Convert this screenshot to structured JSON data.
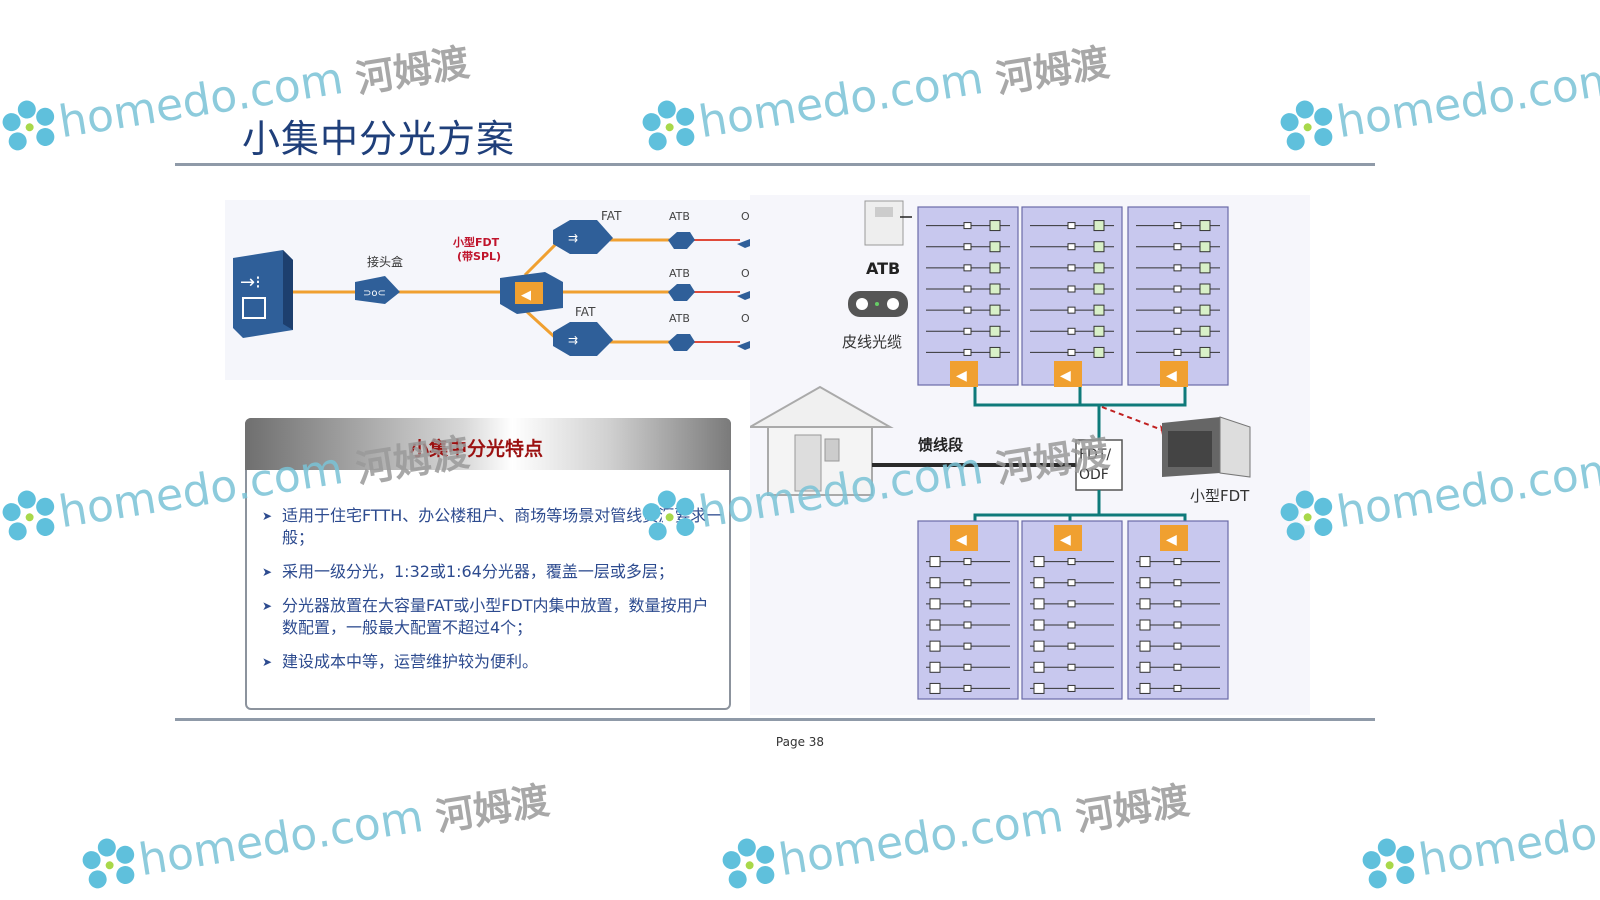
{
  "slide": {
    "title": "小集中分光方案",
    "page_label": "Page 38"
  },
  "topology": {
    "junction_box_label": "接头盒",
    "fdt_label_line1": "小型FDT",
    "fdt_label_line2": "(带SPL)",
    "fat_top": "FAT",
    "fat_bottom": "FAT",
    "atb_labels": [
      "ATB",
      "ATB",
      "ATB"
    ],
    "ont_labels": [
      "ONT",
      "ONT",
      "ONT"
    ]
  },
  "building": {
    "atb_label": "ATB",
    "drop_cable_label": "皮线光缆",
    "feeder_label": "馈线段",
    "fdt_odf_line1": "FDT/",
    "fdt_odf_line2": "ODF",
    "small_fdt_label": "小型FDT"
  },
  "features": {
    "title": "小集中分光特点",
    "items": [
      "适用于住宅FTTH、办公楼租户、商场等场景对管线资源要求一般；",
      "采用一级分光，1:32或1:64分光器，覆盖一层或多层；",
      "分光器放置在大容量FAT或小型FDT内集中放置，数量按用户数配置，一般最大配置不超过4个；",
      "建设成本中等，运营维护较为便利。"
    ]
  },
  "watermark": {
    "url": "homedo.com",
    "cn": "河姆渡"
  },
  "colors": {
    "title": "#1f3f7a",
    "fiber_orange": "#f0a030",
    "fiber_red": "#e04a3a",
    "device_blue": "#2f5f99",
    "floor_fill": "#c8c8ee",
    "cable_teal": "#0f7a7a",
    "feature_title": "#9b1010"
  }
}
